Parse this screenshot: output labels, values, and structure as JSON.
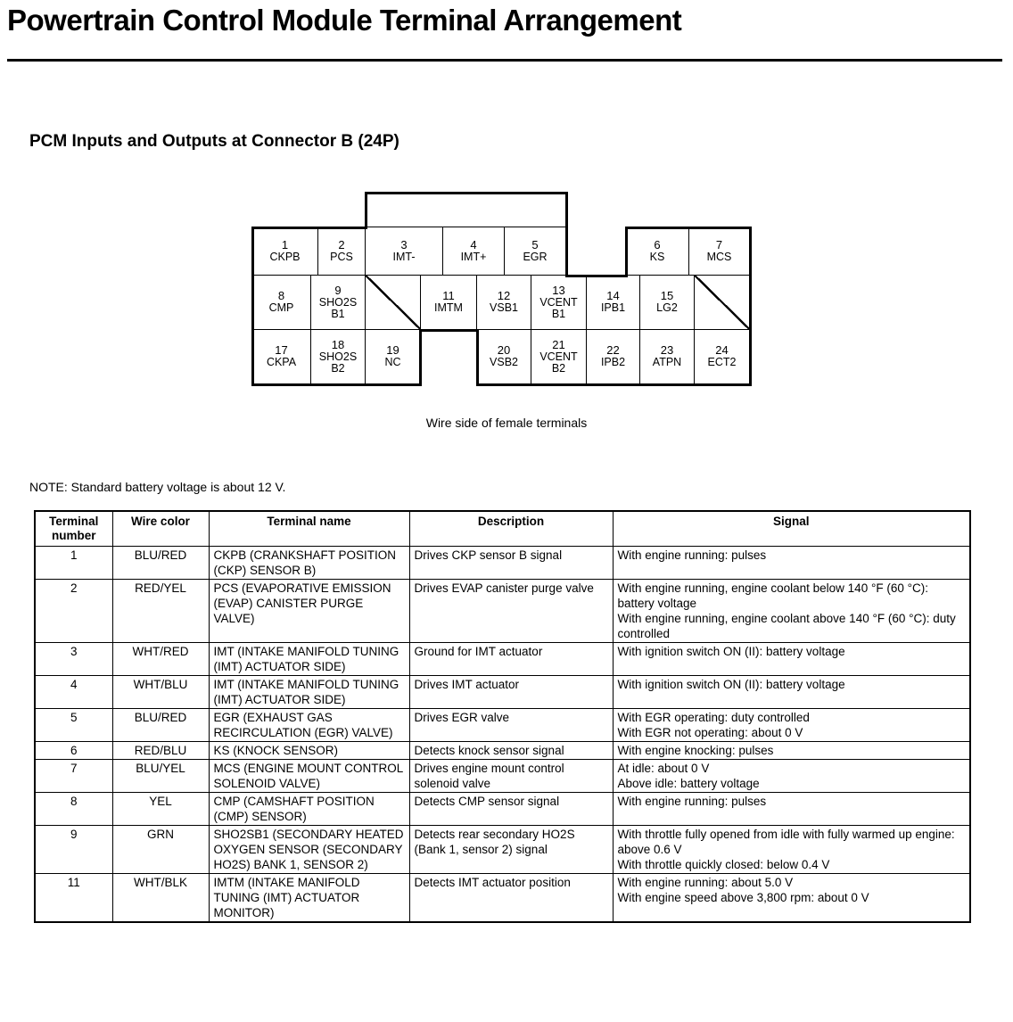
{
  "header": {
    "title": "Powertrain Control Module Terminal Arrangement"
  },
  "section": {
    "heading": "PCM Inputs and Outputs at Connector B (24P)"
  },
  "connector": {
    "caption": "Wire side of female terminals",
    "cells": [
      {
        "num": "1",
        "label": "CKPB"
      },
      {
        "num": "2",
        "label": "PCS"
      },
      {
        "num": "3",
        "label": "IMT-"
      },
      {
        "num": "4",
        "label": "IMT+"
      },
      {
        "num": "5",
        "label": "EGR"
      },
      {
        "num": "6",
        "label": "KS"
      },
      {
        "num": "7",
        "label": "MCS"
      },
      {
        "num": "8",
        "label": "CMP"
      },
      {
        "num": "9",
        "label": "SHO2S\nB1"
      },
      {
        "num": "11",
        "label": "IMTM"
      },
      {
        "num": "12",
        "label": "VSB1"
      },
      {
        "num": "13",
        "label": "VCENT\nB1"
      },
      {
        "num": "14",
        "label": "IPB1"
      },
      {
        "num": "15",
        "label": "LG2"
      },
      {
        "num": "17",
        "label": "CKPA"
      },
      {
        "num": "18",
        "label": "SHO2S\nB2"
      },
      {
        "num": "19",
        "label": "NC"
      },
      {
        "num": "20",
        "label": "VSB2"
      },
      {
        "num": "21",
        "label": "VCENT\nB2"
      },
      {
        "num": "22",
        "label": "IPB2"
      },
      {
        "num": "23",
        "label": "ATPN"
      },
      {
        "num": "24",
        "label": "ECT2"
      }
    ]
  },
  "note": {
    "text": "NOTE: Standard battery voltage is about 12 V."
  },
  "table": {
    "columns": [
      "Terminal\nnumber",
      "Wire color",
      "Terminal name",
      "Description",
      "Signal"
    ],
    "rows": [
      {
        "num": "1",
        "wire": "BLU/RED",
        "name": "CKPB (CRANKSHAFT POSITION (CKP) SENSOR B)",
        "desc": "Drives CKP sensor B signal",
        "signal": "With engine running: pulses"
      },
      {
        "num": "2",
        "wire": "RED/YEL",
        "name": "PCS (EVAPORATIVE EMISSION (EVAP) CANISTER PURGE VALVE)",
        "desc": "Drives EVAP canister purge valve",
        "signal": "With engine running, engine coolant below 140 °F (60 °C): battery voltage\nWith engine running, engine coolant above 140 °F (60 °C): duty controlled"
      },
      {
        "num": "3",
        "wire": "WHT/RED",
        "name": "IMT (INTAKE MANIFOLD TUNING (IMT) ACTUATOR SIDE)",
        "desc": "Ground for IMT actuator",
        "signal": "With ignition switch ON (II): battery voltage"
      },
      {
        "num": "4",
        "wire": "WHT/BLU",
        "name": "IMT (INTAKE MANIFOLD TUNING (IMT) ACTUATOR SIDE)",
        "desc": "Drives IMT actuator",
        "signal": "With ignition switch ON (II): battery voltage"
      },
      {
        "num": "5",
        "wire": "BLU/RED",
        "name": "EGR (EXHAUST GAS RECIRCULATION (EGR) VALVE)",
        "desc": "Drives EGR valve",
        "signal": "With EGR operating: duty controlled\nWith EGR not operating: about 0 V"
      },
      {
        "num": "6",
        "wire": "RED/BLU",
        "name": "KS (KNOCK SENSOR)",
        "desc": "Detects knock sensor signal",
        "signal": "With engine knocking: pulses"
      },
      {
        "num": "7",
        "wire": "BLU/YEL",
        "name": "MCS (ENGINE MOUNT CONTROL SOLENOID VALVE)",
        "desc": "Drives engine mount control solenoid valve",
        "signal": "At idle: about 0 V\nAbove idle: battery voltage"
      },
      {
        "num": "8",
        "wire": "YEL",
        "name": "CMP (CAMSHAFT POSITION (CMP) SENSOR)",
        "desc": "Detects CMP sensor signal",
        "signal": "With engine running: pulses"
      },
      {
        "num": "9",
        "wire": "GRN",
        "name": "SHO2SB1 (SECONDARY HEATED OXYGEN SENSOR (SECONDARY HO2S) BANK 1, SENSOR 2)",
        "desc": "Detects rear secondary HO2S (Bank 1, sensor 2) signal",
        "signal": "With throttle fully opened from idle with fully warmed up engine: above 0.6 V\nWith throttle quickly closed: below 0.4 V"
      },
      {
        "num": "11",
        "wire": "WHT/BLK",
        "name": "IMTM (INTAKE MANIFOLD TUNING (IMT) ACTUATOR MONITOR)",
        "desc": "Detects IMT actuator position",
        "signal": "With engine running: about 5.0 V\nWith engine speed above 3,800 rpm: about 0 V"
      }
    ]
  }
}
